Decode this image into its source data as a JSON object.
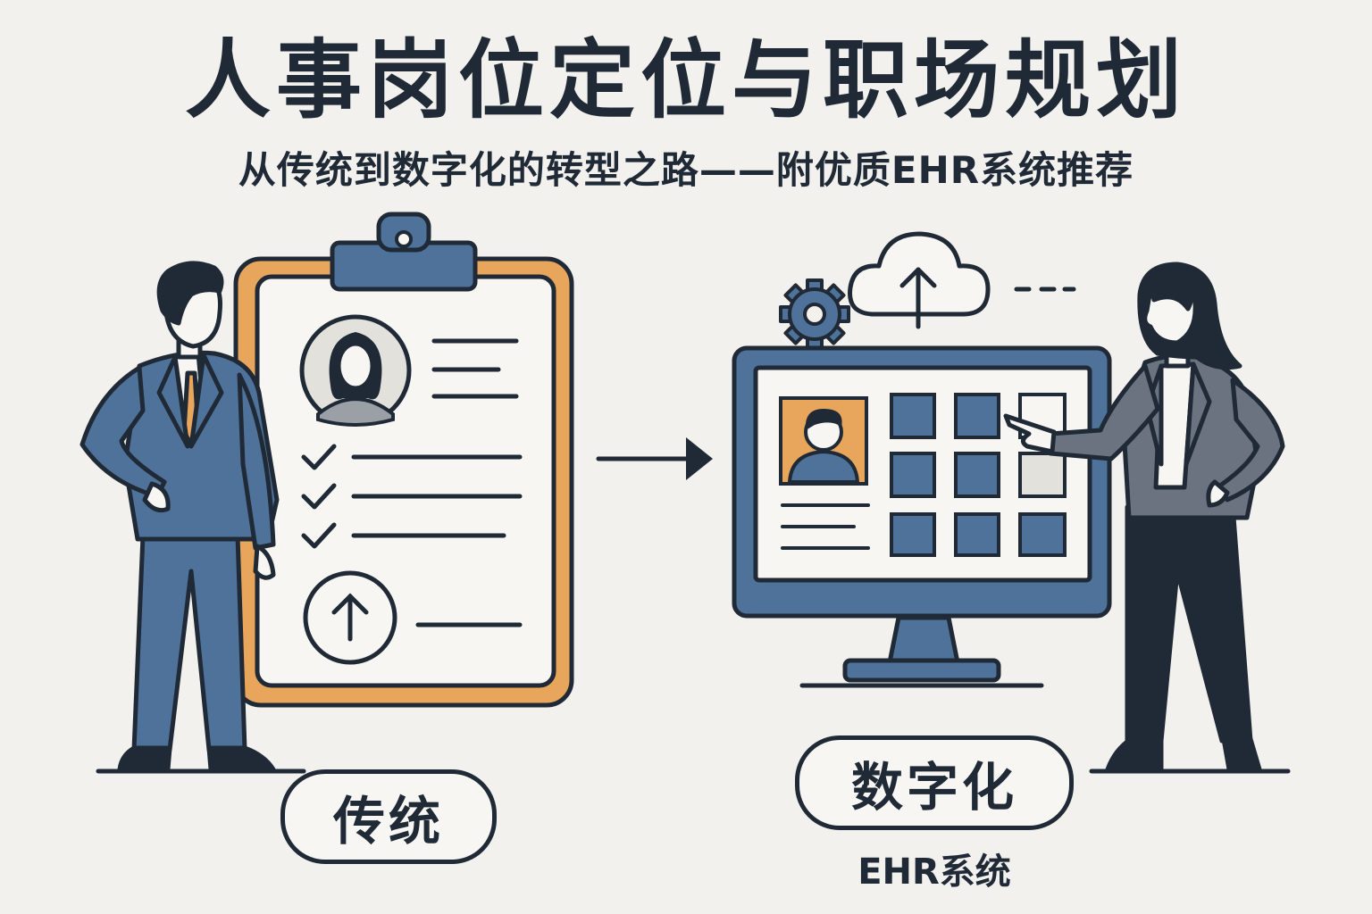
{
  "header": {
    "title": "人事岗位定位与职场规划",
    "subtitle": "从传统到数字化的转型之路——附优质EHR系统推荐"
  },
  "left_panel": {
    "label": "传统",
    "icons": [
      "clipboard-icon",
      "avatar-icon",
      "checkmark-icon",
      "up-arrow-icon"
    ]
  },
  "right_panel": {
    "label": "数字化",
    "caption": "EHR系统",
    "icons": [
      "gear-icon",
      "cloud-upload-icon",
      "monitor-icon",
      "avatar-icon"
    ]
  },
  "colors": {
    "background": "#f2f1ed",
    "ink": "#1f2a36",
    "blue": "#4f729a",
    "orange": "#e8a55c",
    "gray": "#6b7280",
    "paper": "#f7f6f2"
  }
}
